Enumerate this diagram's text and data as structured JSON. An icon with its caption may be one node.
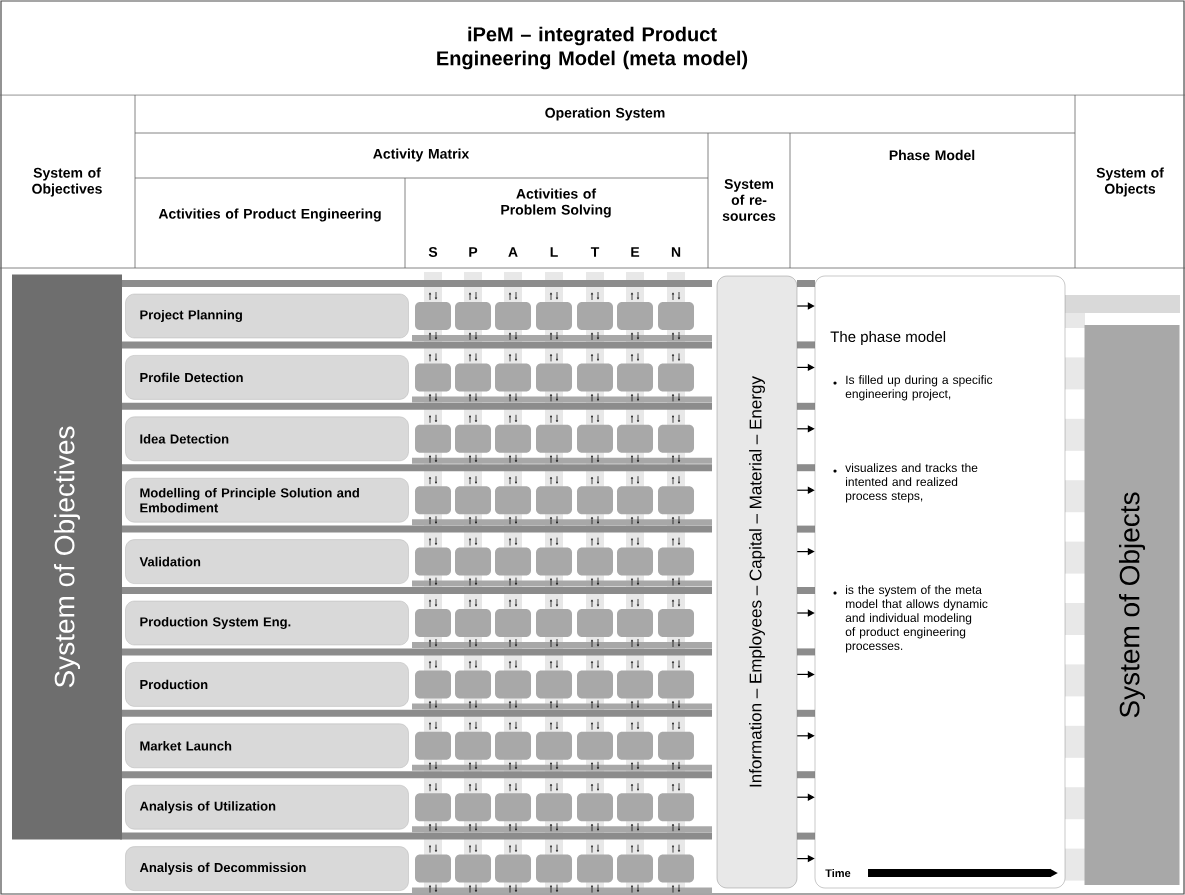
{
  "diagram": {
    "title": "iPeM – integrated Product Engineering Model (meta model)",
    "nodes": [
      {
        "text": [
          "System of Objectives"
        ]
      },
      {
        "text": [
          "Project Planning"
        ]
      },
      {
        "text": [
          "Profile Detection"
        ]
      },
      {
        "text": [
          "Idea Detection"
        ]
      },
      {
        "text": [
          "Modelling of Principle Solution and Embodiment"
        ]
      },
      {
        "text": [
          "Validation"
        ]
      },
      {
        "text": [
          "Production System Eng."
        ]
      },
      {
        "text": [
          "Production"
        ]
      },
      {
        "text": [
          "Market Launch"
        ]
      },
      {
        "text": [
          "Analysis of Utilization"
        ]
      },
      {
        "text": [
          "Analysis of Decommission"
        ]
      },
      {
        "text": [
          "Information – Employees – Capital – Material – Energy"
        ]
      },
      {
        "text": [
          "The phase model",
          "Is filled up during a specific engineering project,",
          "visualizes and tracks the intented and realized process steps,",
          "is the system of the meta model that allows dynamic and individual modeling of product engineering processes.",
          "Time"
        ]
      },
      {
        "text": [
          "System of Objects"
        ]
      }
    ],
    "edges": [
      {
        "from": 11,
        "to": 12,
        "arrow": "to"
      },
      {
        "from": 11,
        "to": 12,
        "arrow": "to"
      },
      {
        "from": 11,
        "to": 12,
        "arrow": "to"
      },
      {
        "from": 11,
        "to": 12,
        "arrow": "to"
      },
      {
        "from": 11,
        "to": 12,
        "arrow": "to"
      },
      {
        "from": 11,
        "to": 12,
        "arrow": "to"
      },
      {
        "from": 11,
        "to": 12,
        "arrow": "to"
      },
      {
        "from": 11,
        "to": 12,
        "arrow": "to"
      },
      {
        "from": 11,
        "to": 12,
        "arrow": "to"
      },
      {
        "from": 11,
        "to": 12,
        "arrow": "to"
      }
    ],
    "labels": [
      "System of Objectives",
      "Operation System",
      "Activity Matrix",
      "Phase Model",
      "System of Objects",
      "Activities of Product Engineering",
      "Activities of Problem Solving",
      "System of re- sources",
      "S",
      "P",
      "A",
      "L",
      "T",
      "E",
      "N"
    ]
  }
}
